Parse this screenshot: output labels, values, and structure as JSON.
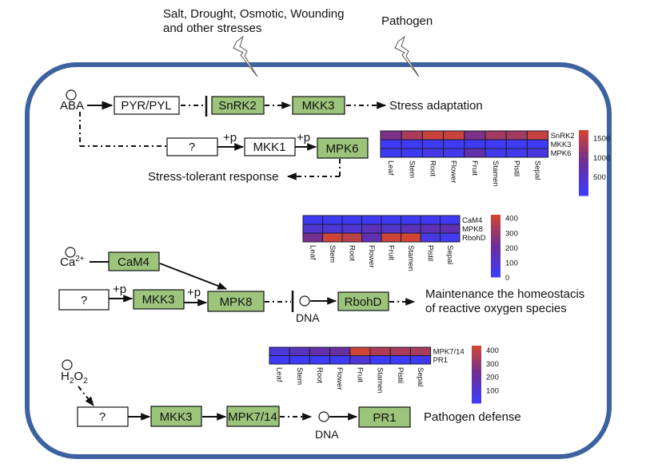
{
  "colors": {
    "cell_border": "#3d62a0",
    "gene_fill": "#9cc47b",
    "unknown_fill": "#ffffff",
    "heat_low": "#3b3cff",
    "heat_mid": "#6a2e9a",
    "heat_high": "#d6452f"
  },
  "stimuli": {
    "abiotic": [
      "Salt, Drought, Osmotic, Wounding",
      "and other stresses"
    ],
    "biotic": "Pathogen"
  },
  "pathway1": {
    "signal": "ABA",
    "receptor": "PYR/PYL",
    "kinase": "SnRK2",
    "mkk": "MKK3",
    "outcome": "Stress adaptation",
    "unknown": "?",
    "mkk1": "MKK1",
    "mpk6": "MPK6",
    "phospho": "+p",
    "tolerant": "Stress-tolerant response"
  },
  "pathway2": {
    "signal": "Ca",
    "signal_sup": "2+",
    "cam": "CaM4",
    "unknown": "?",
    "mkk": "MKK3",
    "mpk": "MPK8",
    "phospho": "+p",
    "dna": "DNA",
    "rboh": "RbohD",
    "outcome": [
      "Maintenance the homeostacis",
      "of reactive oxygen species"
    ]
  },
  "pathway3": {
    "signal_parts": [
      "H",
      "2",
      "O",
      "2"
    ],
    "unknown": "?",
    "mkk": "MKK3",
    "mpk": "MPK7/14",
    "dna": "DNA",
    "pr": "PR1",
    "outcome": "Pathogen defense"
  },
  "chart_data": [
    {
      "type": "heatmap",
      "title": "",
      "categories": [
        "Leaf",
        "Stem",
        "Root",
        "Flower",
        "Fruit",
        "Stamen",
        "Pistil",
        "Sepal"
      ],
      "rows": [
        "SnRK2",
        "MKK3",
        "MPK6"
      ],
      "values": [
        [
          1000,
          1350,
          1600,
          1600,
          1000,
          1300,
          1300,
          1600
        ],
        [
          80,
          80,
          80,
          80,
          80,
          80,
          80,
          80
        ],
        [
          80,
          80,
          200,
          150,
          700,
          150,
          150,
          250
        ]
      ],
      "colorbar": {
        "ticks": [
          500,
          1000,
          1500
        ],
        "range": [
          0,
          1700
        ]
      }
    },
    {
      "type": "heatmap",
      "title": "",
      "categories": [
        "Leaf",
        "Stem",
        "Root",
        "Flower",
        "Fruit",
        "Stamen",
        "Pistil",
        "Sepal"
      ],
      "rows": [
        "CaM4",
        "MPK8",
        "RbohD"
      ],
      "values": [
        [
          20,
          20,
          20,
          20,
          20,
          20,
          20,
          20
        ],
        [
          100,
          80,
          90,
          140,
          110,
          140,
          150,
          160
        ],
        [
          230,
          400,
          370,
          160,
          400,
          410,
          60,
          30
        ]
      ],
      "colorbar": {
        "ticks": [
          0,
          100,
          200,
          300,
          400
        ],
        "range": [
          0,
          420
        ]
      }
    },
    {
      "type": "heatmap",
      "title": "",
      "categories": [
        "Leaf",
        "Stem",
        "Root",
        "Flower",
        "Fruit",
        "Stamen",
        "Pistil",
        "Sepal"
      ],
      "rows": [
        "MPK7/14",
        "PR1"
      ],
      "values": [
        [
          80,
          140,
          180,
          200,
          420,
          350,
          340,
          340
        ],
        [
          20,
          20,
          20,
          20,
          90,
          20,
          20,
          20
        ]
      ],
      "colorbar": {
        "ticks": [
          100,
          200,
          300,
          400
        ],
        "range": [
          0,
          430
        ]
      }
    }
  ]
}
